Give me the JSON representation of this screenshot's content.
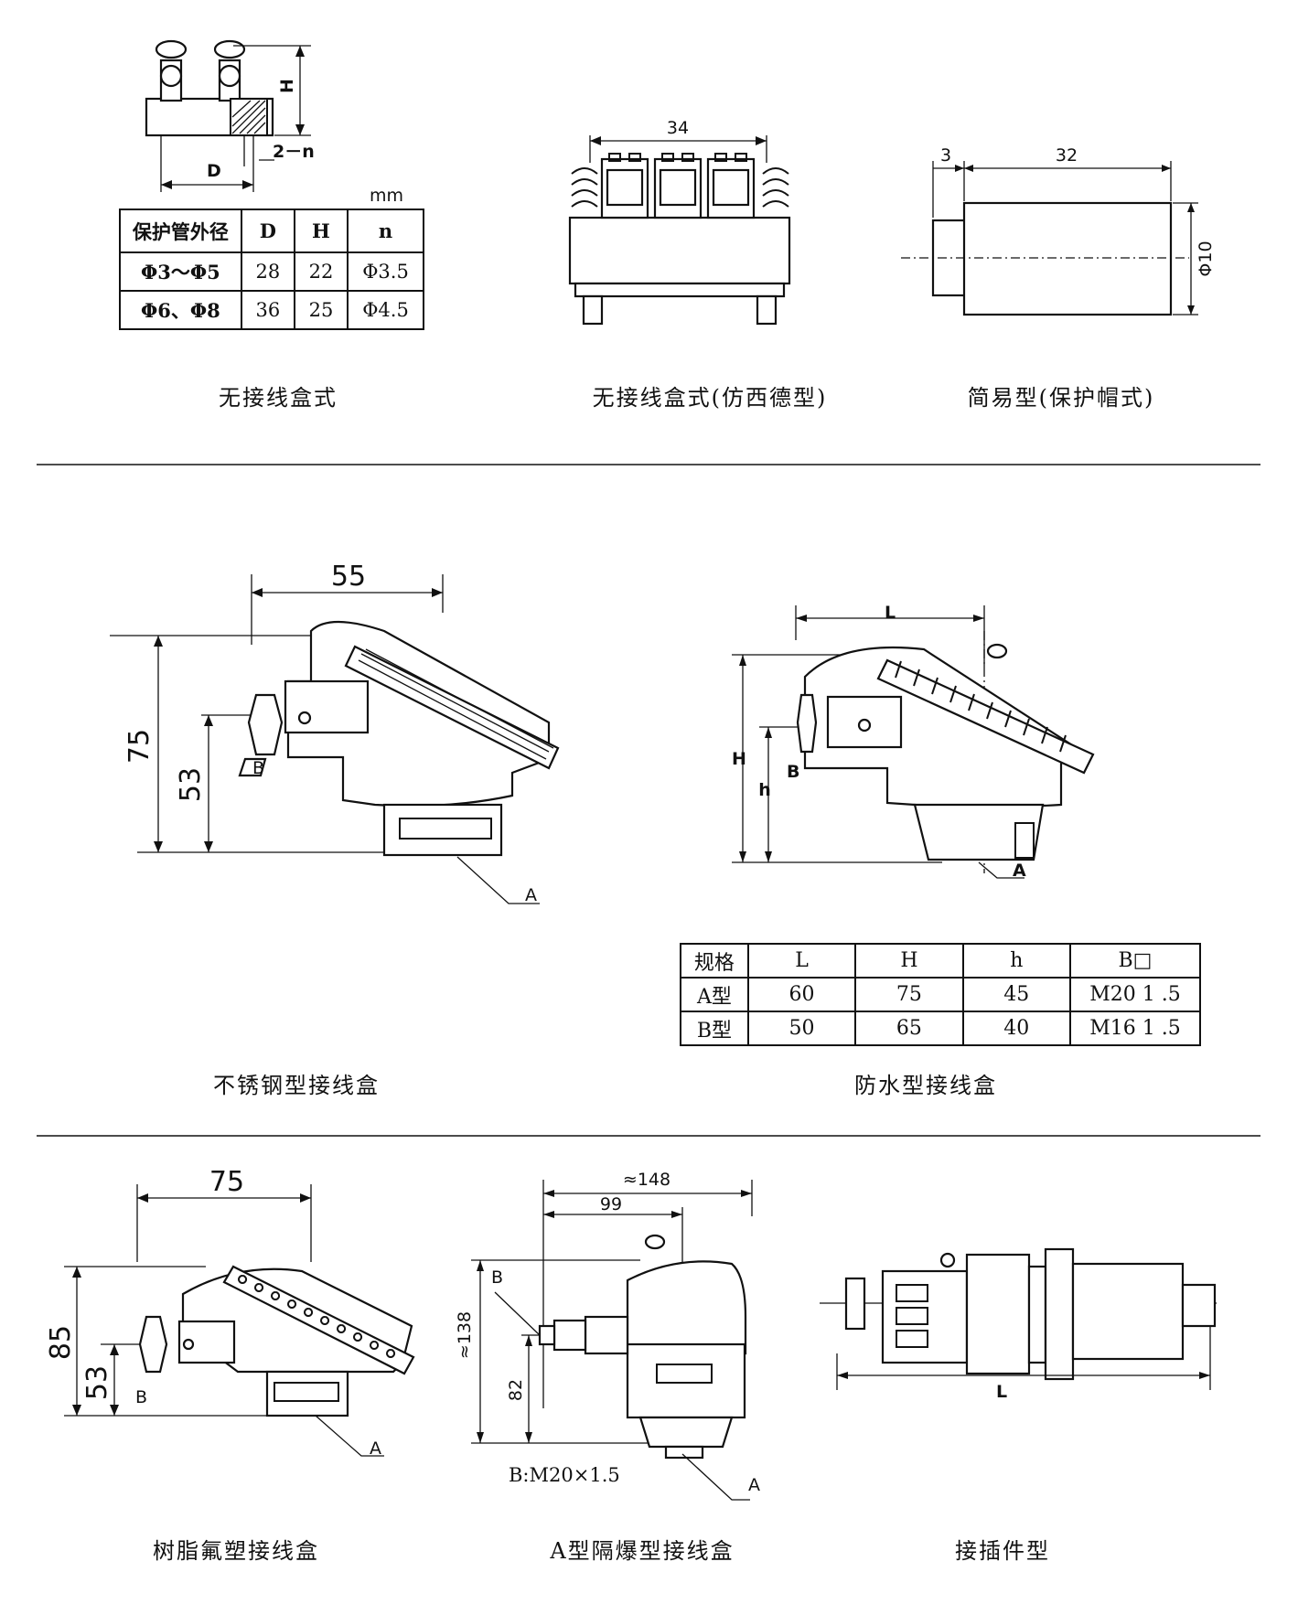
{
  "captions": {
    "c1": "无接线盒式",
    "c2": "无接线盒式(仿西德型)",
    "c3": "简易型(保护帽式)",
    "c4": "不锈钢型接线盒",
    "c5": "防水型接线盒",
    "c6": "树脂氟塑接线盒",
    "c7": "A型隔爆型接线盒",
    "c8": "接插件型"
  },
  "fig1": {
    "label_H": "H",
    "label_D": "D",
    "label_2n": "2－n",
    "unit": "mm",
    "table": {
      "headers": [
        "保护管外径",
        "D",
        "H",
        "n"
      ],
      "rows": [
        [
          "Φ3～Φ5",
          "28",
          "22",
          "Φ3.5"
        ],
        [
          "Φ6、Φ8",
          "36",
          "25",
          "Φ4.5"
        ]
      ]
    }
  },
  "fig2": {
    "dim_width": "34"
  },
  "fig3": {
    "dim_a": "3",
    "dim_b": "32",
    "dim_dia": "Φ10"
  },
  "fig4": {
    "dim_width": "55",
    "dim_height": "75",
    "dim_axis": "53",
    "label_b": "B",
    "label_a": "A"
  },
  "fig5": {
    "label_L": "L",
    "label_H": "H",
    "label_h": "h",
    "label_b": "B",
    "label_a": "A",
    "table": {
      "headers": [
        "规格",
        "L",
        "H",
        "h",
        "B□"
      ],
      "rows": [
        [
          "A型",
          "60",
          "75",
          "45",
          "M20 1 .5"
        ],
        [
          "B型",
          "50",
          "65",
          "40",
          "M16 1 .5"
        ]
      ]
    }
  },
  "fig6": {
    "dim_width": "75",
    "dim_height": "85",
    "dim_axis": "53",
    "label_b": "B",
    "label_a": "A"
  },
  "fig7": {
    "dim_total": "≈148",
    "dim_99": "99",
    "dim_height": "≈138",
    "dim_axis": "82",
    "label_b": "B",
    "label_a": "A",
    "note": "B:M20×1.5"
  },
  "fig8": {
    "label_L": "L"
  }
}
